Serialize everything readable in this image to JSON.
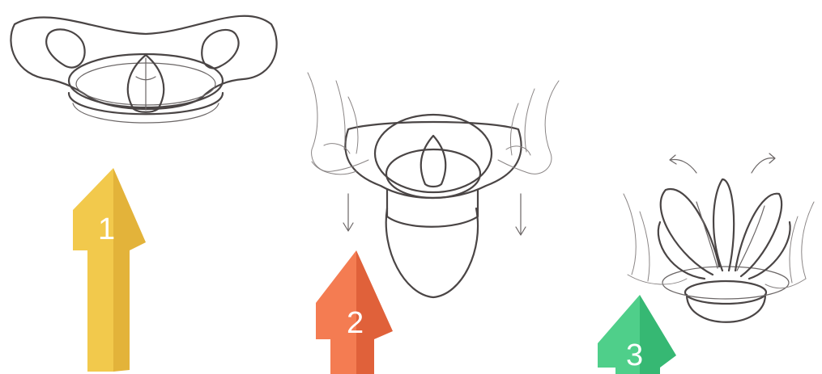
{
  "steps": [
    {
      "number": "1",
      "color": "#f2c94c",
      "shade": "#e3b33a"
    },
    {
      "number": "2",
      "color": "#f47c52",
      "shade": "#e0613a"
    },
    {
      "number": "3",
      "color": "#4fcf8a",
      "shade": "#36b873"
    }
  ]
}
